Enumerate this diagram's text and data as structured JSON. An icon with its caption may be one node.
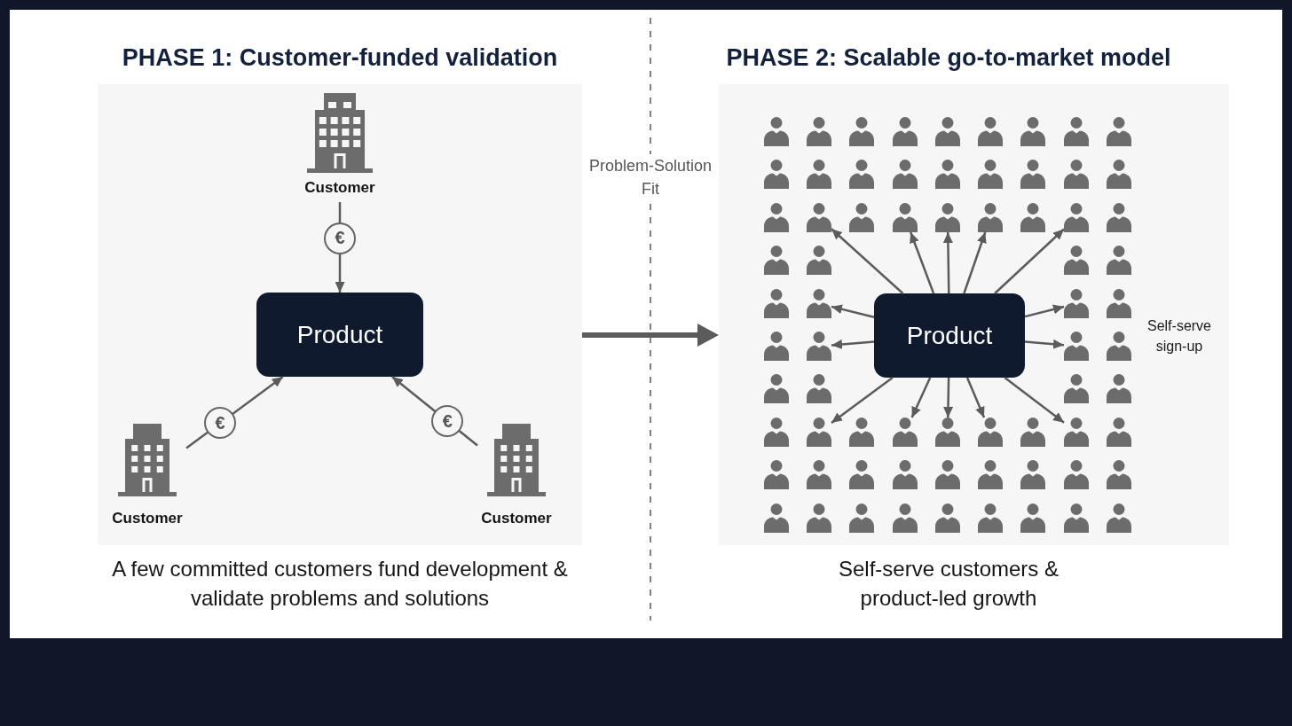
{
  "diagram": {
    "nodes": [
      {
        "text": [
          "PHASE 1: Customer-funded validation",
          "A few committed customers fund development & validate problems and solutions"
        ]
      },
      {
        "text": [
          "Customer"
        ],
        "in": 0
      },
      {
        "text": [
          "Product"
        ],
        "in": 0
      },
      {
        "text": [
          "Customer"
        ],
        "in": 0
      },
      {
        "text": [
          "Customer"
        ],
        "in": 0
      },
      {
        "text": [
          "PHASE 2: Scalable go-to-market model",
          "Self-serve customers & product-led growth"
        ]
      },
      {
        "text": [
          "Product"
        ],
        "in": 5
      },
      {
        "text": [],
        "shape": "person",
        "in": 5
      },
      {
        "text": [],
        "shape": "person",
        "in": 5
      },
      {
        "text": [],
        "shape": "person",
        "in": 5
      },
      {
        "text": [],
        "shape": "person",
        "in": 5
      },
      {
        "text": [],
        "shape": "person",
        "in": 5
      },
      {
        "text": [],
        "shape": "person",
        "in": 5
      },
      {
        "text": [],
        "shape": "person",
        "in": 5
      },
      {
        "text": [],
        "shape": "person",
        "in": 5
      },
      {
        "text": [],
        "shape": "person",
        "in": 5
      },
      {
        "text": [],
        "shape": "person",
        "in": 5
      },
      {
        "text": [],
        "shape": "person",
        "in": 5
      },
      {
        "text": [],
        "shape": "person",
        "in": 5
      },
      {
        "text": [],
        "shape": "person",
        "in": 5
      },
      {
        "text": [],
        "shape": "person",
        "in": 5
      },
      {
        "text": [],
        "shape": "person",
        "in": 5
      },
      {
        "text": [],
        "shape": "person",
        "in": 5
      },
      {
        "text": [],
        "shape": "person",
        "in": 5
      },
      {
        "text": [],
        "shape": "person",
        "in": 5
      },
      {
        "text": [],
        "shape": "person",
        "in": 5
      },
      {
        "text": [],
        "shape": "person",
        "in": 5
      },
      {
        "text": [],
        "shape": "person",
        "in": 5
      },
      {
        "text": [],
        "shape": "person",
        "in": 5
      },
      {
        "text": [],
        "shape": "person",
        "in": 5
      },
      {
        "text": [],
        "shape": "person",
        "in": 5
      },
      {
        "text": [],
        "shape": "person",
        "in": 5
      },
      {
        "text": [],
        "shape": "person",
        "in": 5
      },
      {
        "text": [],
        "shape": "person",
        "in": 5
      },
      {
        "text": [],
        "shape": "person",
        "in": 5
      },
      {
        "text": [],
        "shape": "person",
        "in": 5
      },
      {
        "text": [],
        "shape": "person",
        "in": 5
      },
      {
        "text": [],
        "shape": "person",
        "in": 5
      },
      {
        "text": [],
        "shape": "person",
        "in": 5
      },
      {
        "text": [],
        "shape": "person",
        "in": 5
      },
      {
        "text": [],
        "shape": "person",
        "in": 5
      },
      {
        "text": [],
        "shape": "person",
        "in": 5
      },
      {
        "text": [],
        "shape": "person",
        "in": 5
      },
      {
        "text": [],
        "shape": "person",
        "in": 5
      },
      {
        "text": [],
        "shape": "person",
        "in": 5
      },
      {
        "text": [],
        "shape": "person",
        "in": 5
      },
      {
        "text": [],
        "shape": "person",
        "in": 5
      },
      {
        "text": [],
        "shape": "person",
        "in": 5
      },
      {
        "text": [],
        "shape": "person",
        "in": 5
      },
      {
        "text": [],
        "shape": "person",
        "in": 5
      },
      {
        "text": [],
        "shape": "person",
        "in": 5
      },
      {
        "text": [],
        "shape": "person",
        "in": 5
      },
      {
        "text": [],
        "shape": "person",
        "in": 5
      },
      {
        "text": [],
        "shape": "person",
        "in": 5
      },
      {
        "text": [],
        "shape": "person",
        "in": 5
      },
      {
        "text": [],
        "shape": "person",
        "in": 5
      },
      {
        "text": [],
        "shape": "person",
        "in": 5
      },
      {
        "text": [],
        "shape": "person",
        "in": 5
      },
      {
        "text": [],
        "shape": "person",
        "in": 5
      },
      {
        "text": [],
        "shape": "person",
        "in": 5
      },
      {
        "text": [],
        "shape": "person",
        "in": 5
      },
      {
        "text": [],
        "shape": "person",
        "in": 5
      },
      {
        "text": [],
        "shape": "person",
        "in": 5
      },
      {
        "text": [],
        "shape": "person",
        "in": 5
      },
      {
        "text": [],
        "shape": "person",
        "in": 5
      },
      {
        "text": [],
        "shape": "person",
        "in": 5
      },
      {
        "text": [],
        "shape": "person",
        "in": 5
      },
      {
        "text": [],
        "shape": "person",
        "in": 5
      },
      {
        "text": [],
        "shape": "person",
        "in": 5
      },
      {
        "text": [],
        "shape": "person",
        "in": 5
      },
      {
        "text": [],
        "shape": "person",
        "in": 5
      },
      {
        "text": [],
        "shape": "person",
        "in": 5
      },
      {
        "text": [],
        "shape": "person",
        "in": 5
      },
      {
        "text": [],
        "shape": "person",
        "in": 5
      },
      {
        "text": [],
        "shape": "person",
        "in": 5
      },
      {
        "text": [],
        "shape": "person",
        "in": 5
      },
      {
        "text": [],
        "shape": "person",
        "in": 5
      }
    ],
    "edges": [
      {
        "from": 1,
        "to": 2,
        "arrow": "to",
        "label": "€"
      },
      {
        "from": 3,
        "to": 2,
        "arrow": "to",
        "label": "€"
      },
      {
        "from": 4,
        "to": 2,
        "arrow": "to",
        "label": "€"
      },
      {
        "from": 0,
        "to": 5,
        "arrow": "to",
        "style": "thick"
      },
      {
        "from": 6,
        "to": 26,
        "arrow": "to"
      },
      {
        "from": 6,
        "to": 28,
        "arrow": "to"
      },
      {
        "from": 6,
        "to": 29,
        "arrow": "to"
      },
      {
        "from": 6,
        "to": 30,
        "arrow": "to"
      },
      {
        "from": 6,
        "to": 32,
        "arrow": "to"
      },
      {
        "from": 6,
        "to": 39,
        "arrow": "to"
      },
      {
        "from": 6,
        "to": 43,
        "arrow": "to"
      },
      {
        "from": 6,
        "to": 40,
        "arrow": "to"
      },
      {
        "from": 6,
        "to": 44,
        "arrow": "to"
      },
      {
        "from": 6,
        "to": 51,
        "arrow": "to"
      },
      {
        "from": 6,
        "to": 53,
        "arrow": "to"
      },
      {
        "from": 6,
        "to": 54,
        "arrow": "to"
      },
      {
        "from": 6,
        "to": 55,
        "arrow": "to"
      },
      {
        "from": 6,
        "to": 57,
        "arrow": "to"
      }
    ],
    "labels": [
      "Problem-Solution Fit",
      "Self-serve sign-up"
    ]
  }
}
